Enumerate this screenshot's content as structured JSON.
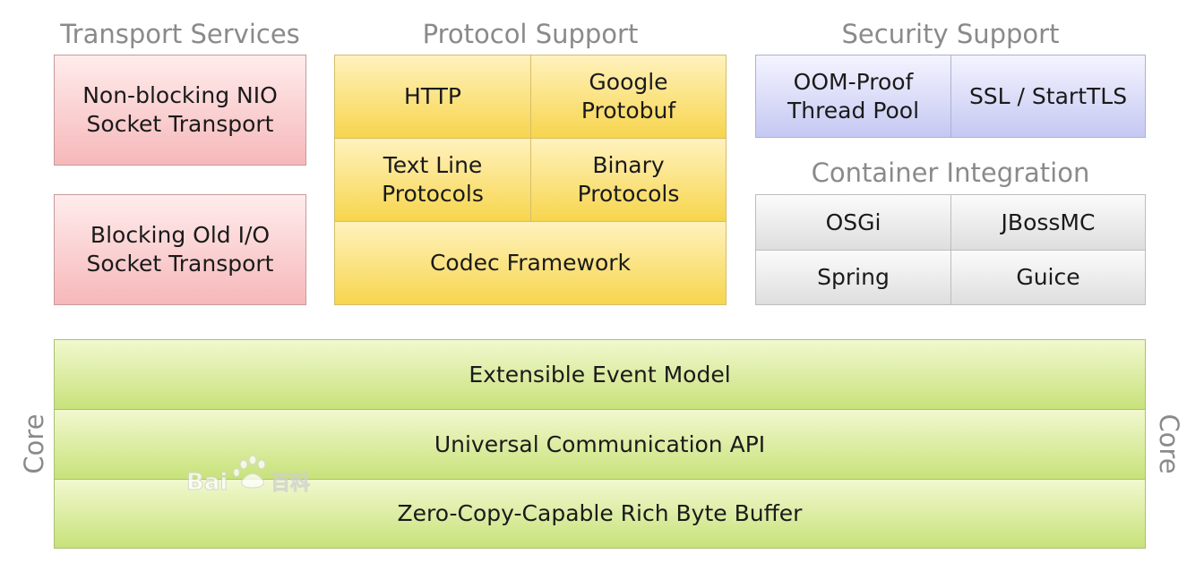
{
  "transport": {
    "header": "Transport Services",
    "nio": "Non-blocking NIO\nSocket Transport",
    "oio": "Blocking Old I/O\nSocket Transport"
  },
  "protocol": {
    "header": "Protocol Support",
    "http": "HTTP",
    "protobuf": "Google\nProtobuf",
    "textline": "Text Line\nProtocols",
    "binary": "Binary\nProtocols",
    "codec": "Codec Framework"
  },
  "security": {
    "header": "Security Support",
    "oom": "OOM-Proof\nThread Pool",
    "ssl": "SSL / StartTLS"
  },
  "container": {
    "header": "Container Integration",
    "osgi": "OSGi",
    "jbossmc": "JBossMC",
    "spring": "Spring",
    "guice": "Guice"
  },
  "core": {
    "label_left": "Core",
    "label_right": "Core",
    "event_model": "Extensible Event Model",
    "comm_api": "Universal Communication API",
    "byte_buffer": "Zero-Copy-Capable Rich Byte Buffer"
  },
  "watermark": {
    "text": "Bai百科"
  },
  "colors": {
    "transport": "#f6b8ba",
    "protocol": "#f7d54d",
    "security": "#c5c8f2",
    "container": "#dedede",
    "core": "#c8e27a",
    "header_text": "#8a8a8a"
  }
}
